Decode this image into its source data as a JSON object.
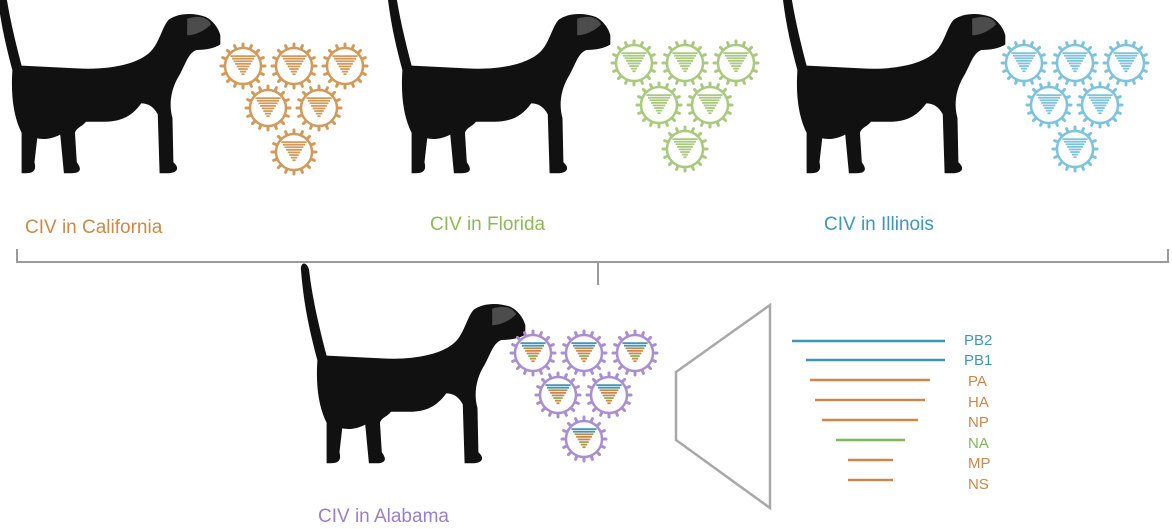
{
  "colors": {
    "dog": "#111111",
    "california": "#d19a5a",
    "florida": "#a9c97e",
    "illinois": "#7ec3dd",
    "alabama": "#a98ed0",
    "bracket": "#9a9a9a",
    "funnel": "#a8a8a8",
    "blue": "#3f96b7",
    "orange": "#c9874a",
    "green": "#7fb55b"
  },
  "panels": [
    {
      "id": "california",
      "label": "CIV in California",
      "color": "#c98a4a",
      "fill": "#d19a5a",
      "mix": false
    },
    {
      "id": "florida",
      "label": "CIV in Florida",
      "color": "#8fb85a",
      "fill": "#a9c97e",
      "mix": false
    },
    {
      "id": "illinois",
      "label": "CIV in Illinois",
      "color": "#3f96b7",
      "fill": "#7ec3dd",
      "mix": false
    },
    {
      "id": "alabama",
      "label": "CIV in Alabama",
      "color": "#9a7fcf",
      "fill": "#a98ed0",
      "mix": true
    }
  ],
  "segments": [
    {
      "name": "PB2",
      "color": "#3f96b7"
    },
    {
      "name": "PB1",
      "color": "#3f96b7"
    },
    {
      "name": "PA",
      "color": "#c9874a"
    },
    {
      "name": "HA",
      "color": "#c9874a"
    },
    {
      "name": "NP",
      "color": "#c9874a"
    },
    {
      "name": "NA",
      "color": "#7fb55b"
    },
    {
      "name": "MP",
      "color": "#c9874a"
    },
    {
      "name": "NS",
      "color": "#c9874a"
    }
  ],
  "icons": [
    "dog-silhouette-icon",
    "virus-particle-icon",
    "funnel-icon"
  ]
}
